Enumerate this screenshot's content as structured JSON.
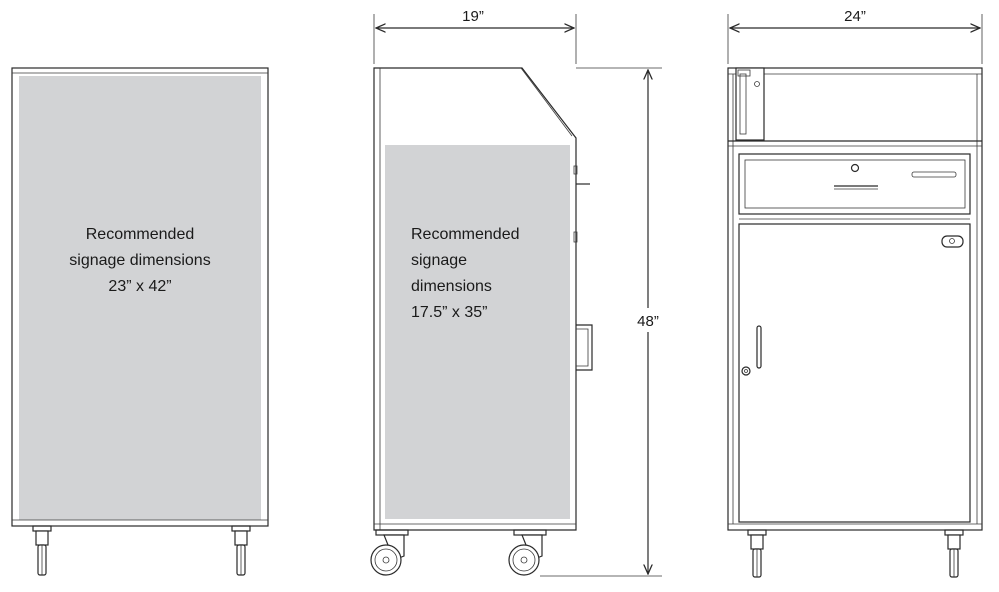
{
  "dimensions": {
    "side_width": "19”",
    "back_width": "24”",
    "height": "48”"
  },
  "front_sign": {
    "line1": "Recommended",
    "line2": "signage dimensions",
    "line3": "23” x 42”"
  },
  "side_sign": {
    "line1": "Recommended",
    "line2": "signage",
    "line3": "dimensions",
    "line4": "17.5” x 35”"
  },
  "colors": {
    "signage_fill": "#d2d3d5",
    "line": "#2a2a2a"
  }
}
